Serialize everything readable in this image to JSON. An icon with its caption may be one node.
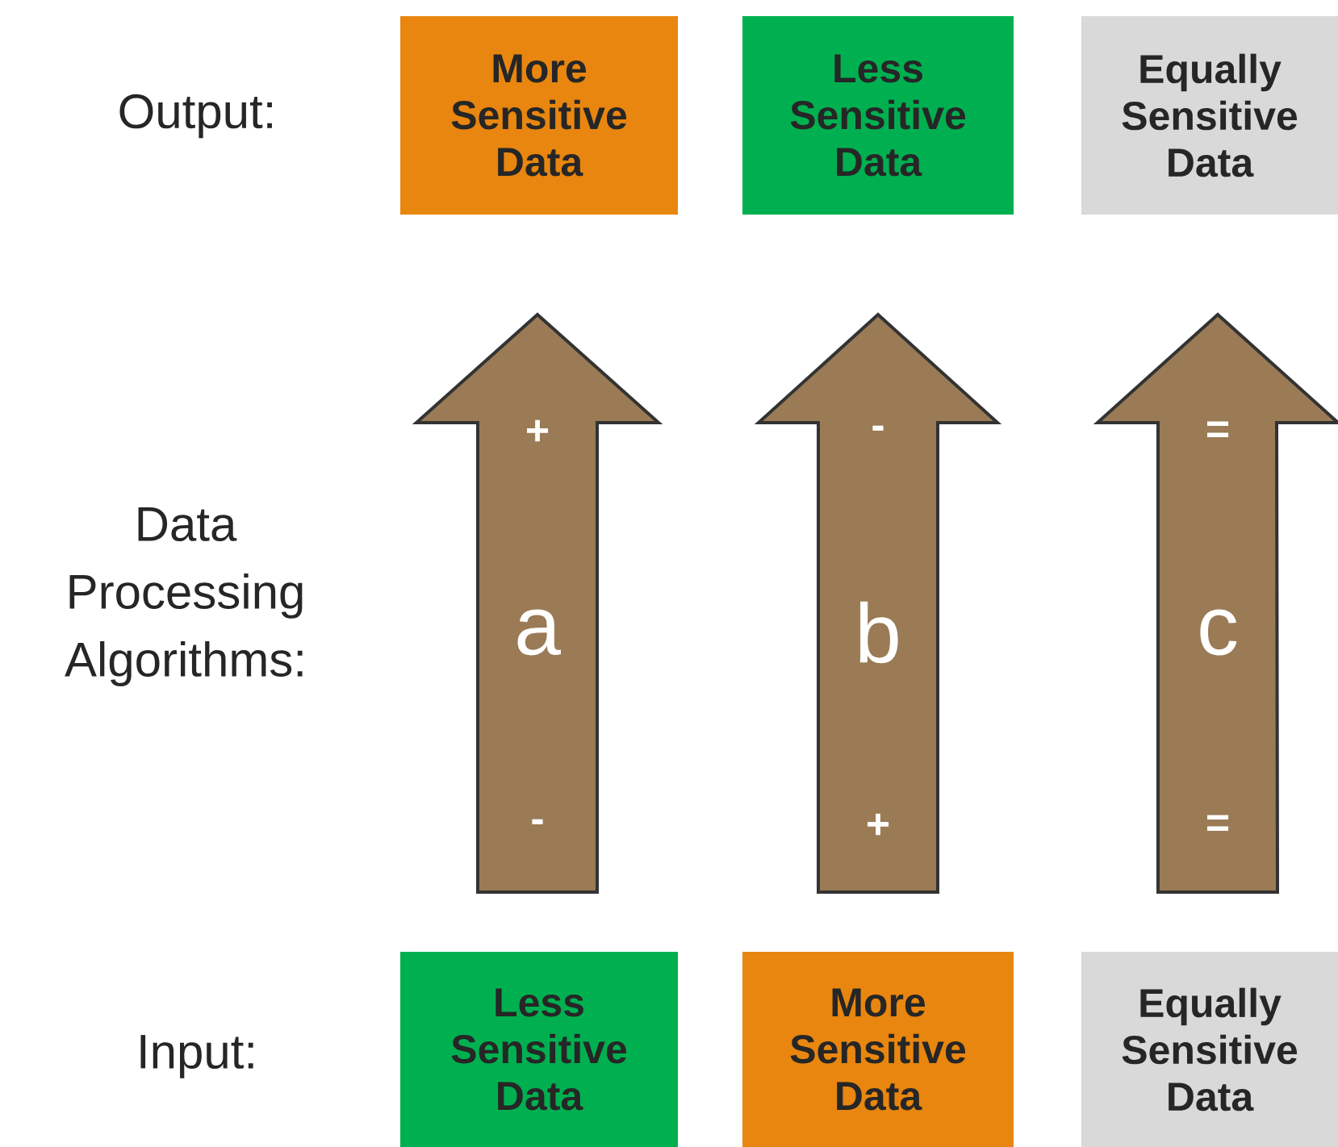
{
  "diagram": {
    "nodes": [
      {
        "text": [
          "More Sensitive Data"
        ]
      },
      {
        "text": [
          "Less Sensitive Data"
        ]
      },
      {
        "text": [
          "Equally Sensitive Data"
        ]
      },
      {
        "text": [
          "+",
          "a",
          "-"
        ]
      },
      {
        "text": [
          "-",
          "b",
          "+"
        ]
      },
      {
        "text": [
          "=",
          "c",
          "="
        ]
      },
      {
        "text": [
          "Less Sensitive Data"
        ]
      },
      {
        "text": [
          "More Sensitive Data"
        ]
      },
      {
        "text": [
          "Equally Sensitive Data"
        ]
      }
    ],
    "labels": [
      "Output:",
      "Data Processing Algorithms:",
      "Input:"
    ]
  }
}
